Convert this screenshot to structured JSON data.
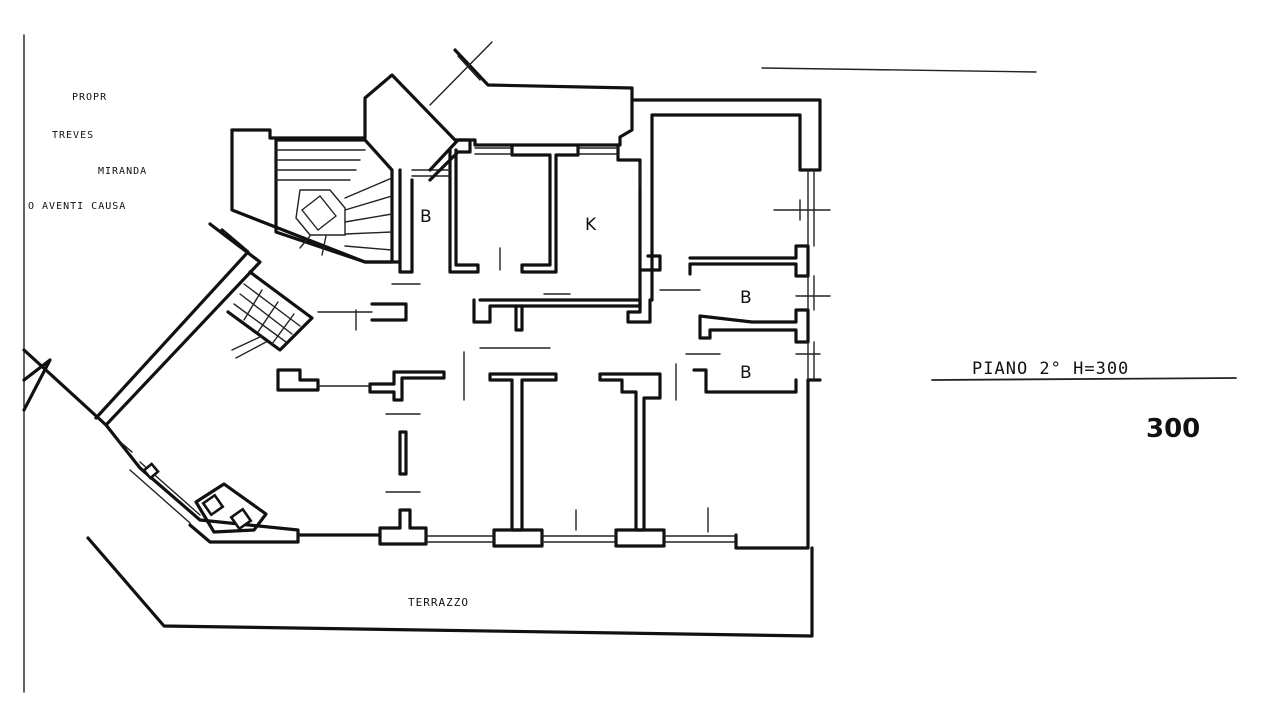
{
  "owner_note": [
    "PROPR",
    "TREVES",
    "MIRANDA",
    "O AVENTI CAUSA"
  ],
  "rooms": [
    "B",
    "K",
    "B",
    "B"
  ],
  "terrace_label": "TERRAZZO",
  "floor_label": "PIANO 2° H=300",
  "height_note": "300"
}
